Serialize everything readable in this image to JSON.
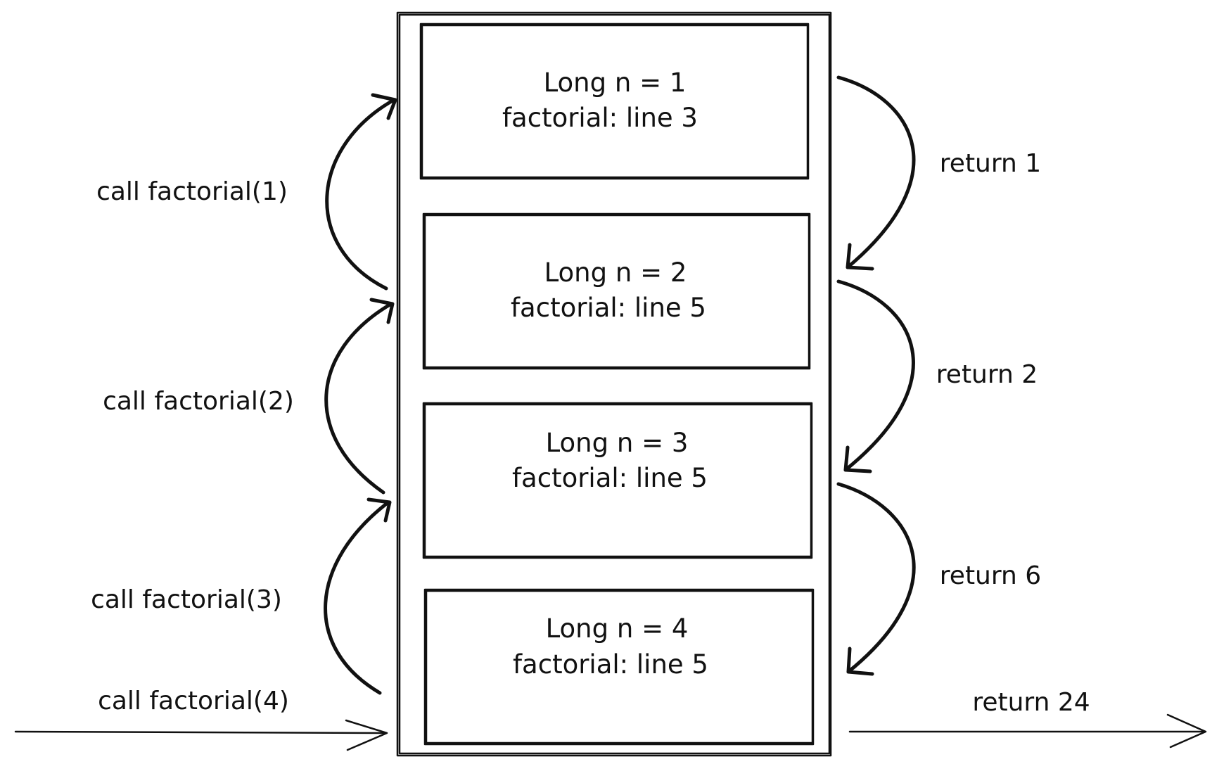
{
  "stack": {
    "frames": [
      {
        "line1": "Long n = 1",
        "line2": "factorial: line 3"
      },
      {
        "line1": "Long n = 2",
        "line2": "factorial: line 5"
      },
      {
        "line1": "Long n = 3",
        "line2": "factorial: line 5"
      },
      {
        "line1": "Long n = 4",
        "line2": "factorial: line 5"
      }
    ]
  },
  "calls": [
    "call factorial(1)",
    "call factorial(2)",
    "call factorial(3)",
    "call factorial(4)"
  ],
  "returns": [
    "return 1",
    "return 2",
    "return 6",
    "return 24"
  ]
}
